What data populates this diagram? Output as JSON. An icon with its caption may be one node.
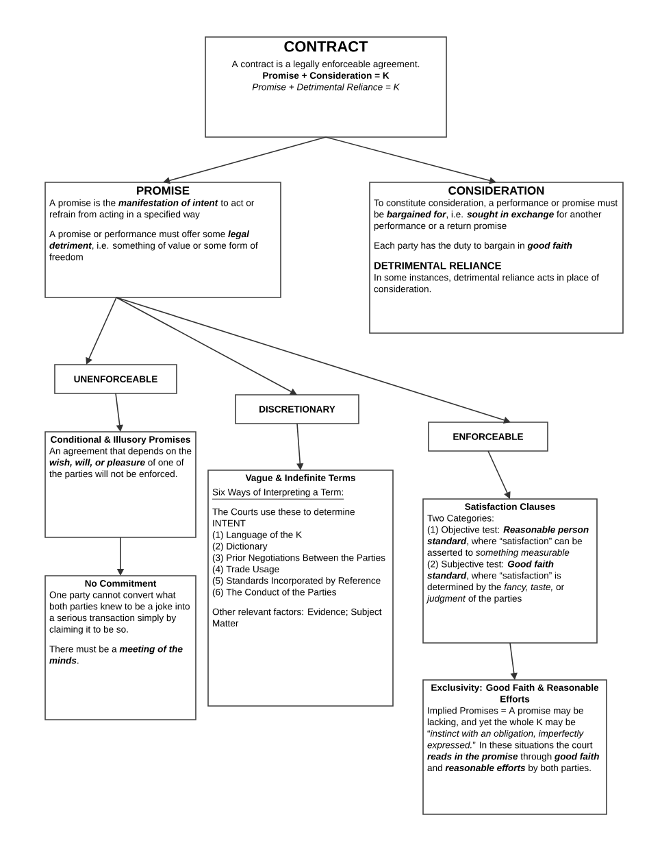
{
  "diagram": {
    "nodes": [
      {
        "text": [
          "CONTRACT",
          "A contract is a legally enforceable agreement.",
          "Promise + Consideration = K",
          "Promise + Detrimental Reliance = K"
        ]
      },
      {
        "text": [
          "PROMISE",
          "A promise is the **manifestation of intent** to act or refrain from acting in a specified way",
          "A promise or performance must offer some **legal detriment**, i.e. something of value or some form of freedom"
        ]
      },
      {
        "text": [
          "CONSIDERATION",
          "To constitute consideration, a performance or promise must be **bargained for**, i.e. **sought in exchange** for another performance or a return promise",
          "Each party has the duty to bargain in **good faith**",
          "DETRIMENTAL RELIANCE",
          "In some instances, detrimental reliance acts in place of consideration."
        ]
      },
      {
        "text": [
          "UNENFORCEABLE"
        ]
      },
      {
        "text": [
          "DISCRETIONARY"
        ]
      },
      {
        "text": [
          "ENFORCEABLE"
        ]
      },
      {
        "text": [
          "Conditional & Illusory Promises",
          "An agreement that depends on the **wish, will, or pleasure** of one of the parties will not be enforced."
        ]
      },
      {
        "text": [
          "No Commitment",
          "One party cannot convert what both parties knew to be a joke into a serious transaction simply by claiming it to be so.",
          "There must be a **meeting of the minds**."
        ]
      },
      {
        "text": [
          "Vague & Indefinite Terms",
          "Six Ways of Interpreting a Term:",
          "The Courts use these to determine INTENT",
          "(1) Language of the K",
          "(2) Dictionary",
          "(3) Prior Negotiations Between the Parties",
          "(4) Trade Usage",
          "(5) Standards Incorporated by Reference",
          "(6) The Conduct of the Parties",
          "Other relevant factors: Evidence; Subject Matter"
        ]
      },
      {
        "text": [
          "Satisfaction Clauses",
          "Two Categories:",
          "(1) Objective test: **Reasonable person standard**, where “satisfaction” can be asserted to *something measurable*",
          "(2) Subjective test: **Good faith standard**, where “satisfaction” is determined by the *fancy, taste,* or *judgment* of the parties"
        ]
      },
      {
        "text": [
          "Exclusivity: Good Faith & Reasonable Efforts",
          "Implied Promises = A promise may be lacking, and yet the whole K may be “*instinct with an obligation, imperfectly expressed.*” In these situations the court **reads in the promise** through **good faith** and **reasonable efforts** by both parties."
        ]
      }
    ],
    "edges": [
      {
        "from": 0,
        "to": 1,
        "arrow": "to"
      },
      {
        "from": 0,
        "to": 2,
        "arrow": "to"
      },
      {
        "from": 1,
        "to": 3,
        "arrow": "to"
      },
      {
        "from": 1,
        "to": 4,
        "arrow": "to"
      },
      {
        "from": 1,
        "to": 5,
        "arrow": "to"
      },
      {
        "from": 3,
        "to": 6,
        "arrow": "to"
      },
      {
        "from": 6,
        "to": 7,
        "arrow": "to"
      },
      {
        "from": 4,
        "to": 8,
        "arrow": "to"
      },
      {
        "from": 5,
        "to": 9,
        "arrow": "to"
      },
      {
        "from": 9,
        "to": 10,
        "arrow": "to"
      }
    ]
  }
}
